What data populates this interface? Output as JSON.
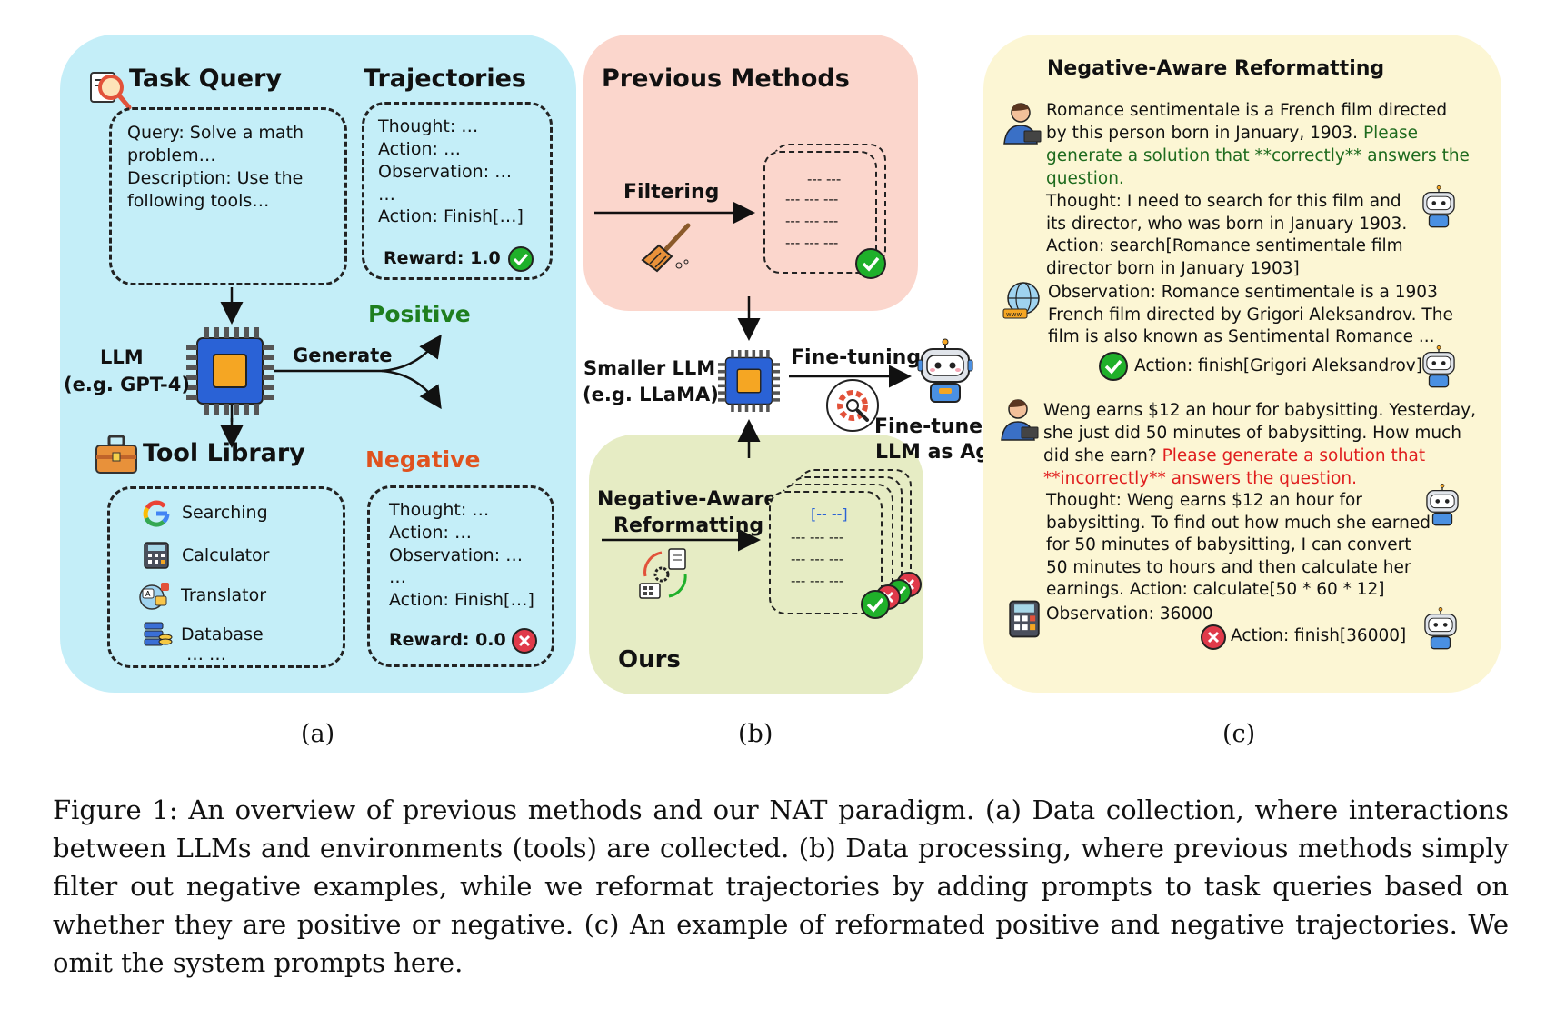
{
  "panel_a": {
    "task_query": {
      "title": "Task Query",
      "lines": [
        "Query: Solve a math",
        "problem…",
        "Description: Use the",
        "following tools…"
      ]
    },
    "trajectories": {
      "title": "Trajectories",
      "positive_lines": [
        "Thought: …",
        "Action: …",
        "Observation: …",
        "…",
        "Action: Finish[…]"
      ],
      "positive_reward": "Reward: 1.0",
      "negative_lines": [
        "Thought: …",
        "Action: …",
        "Observation: …",
        "…",
        "Action: Finish[…]"
      ],
      "negative_reward": "Reward: 0.0"
    },
    "llm_label": [
      "LLM",
      "(e.g. GPT-4)"
    ],
    "generate": "Generate",
    "positive": "Positive",
    "negative": "Negative",
    "tool_library": {
      "title": "Tool Library",
      "tools": [
        "Searching",
        "Calculator",
        "Translator",
        "Database"
      ],
      "more": "… …"
    },
    "label": "(a)"
  },
  "panel_b": {
    "previous_methods": "Previous Methods",
    "filtering": "Filtering",
    "smaller_llm": [
      "Smaller LLM",
      "(e.g. LLaMA)"
    ],
    "fine_tuning": "Fine-tuning",
    "fine_tuned": [
      "Fine-tuned",
      "LLM as Agent"
    ],
    "negative_aware": [
      "Negative-Aware",
      "Reformatting"
    ],
    "ours": "Ours",
    "doc_dashes": [
      "--- ---",
      "--- --- ---",
      "--- --- ---",
      "--- --- ---"
    ],
    "bracket": "[-- --]",
    "label": "(b)"
  },
  "panel_c": {
    "title": "Negative-Aware Reformatting",
    "ex1": {
      "query_black": [
        "Romance sentimentale is a French film directed",
        "by this person born in January, 1903. "
      ],
      "query_green_inline": "Please",
      "query_green": [
        "generate a solution that **correctly** answers the",
        "question."
      ],
      "thought": [
        "Thought: I need to search for this film and",
        "its director, who was born in January 1903.",
        "Action: search[Romance sentimentale film",
        "director born in January 1903]"
      ],
      "observation": [
        "Observation: Romance sentimentale is a 1903",
        "French film directed by Grigori Aleksandrov. The",
        "film is also known as Sentimental Romance ..."
      ],
      "finish": "Action: finish[Grigori Aleksandrov]"
    },
    "ex2": {
      "query_black": [
        "Weng earns $12 an hour for babysitting. Yesterday,",
        "she just did 50 minutes of babysitting. How much",
        "did she earn? "
      ],
      "query_red_inline": "Please generate a solution that",
      "query_red": "**incorrectly** answers the question.",
      "thought": [
        "Thought: Weng earns $12 an hour for",
        "babysitting. To find out how much she earned",
        "for 50 minutes of babysitting, I can convert",
        "50 minutes to hours and then calculate her",
        "earnings. Action: calculate[50 * 60 * 12]"
      ],
      "observation": "Observation: 36000",
      "finish": "Action: finish[36000]"
    },
    "label": "(c)"
  },
  "caption": "Figure 1: An overview of previous methods and our NAT paradigm. (a) Data collection, where interactions between LLMs and environments (tools) are collected. (b) Data processing, where previous methods simply filter out negative examples, while we reformat trajectories by adding prompts to task queries based on whether they are positive or negative. (c) An example of reformated positive and negative trajectories. We omit the system prompts here.",
  "colors": {
    "panel_a_bg": "#c4eef8",
    "panel_b_top_bg": "#fbd6cc",
    "panel_b_bottom_bg": "#e6ecc4",
    "panel_c_bg": "#fcf6d4",
    "positive": "#1e7e1e",
    "negative": "#e0521e",
    "check": "#1fb02a",
    "cross": "#e03a4a",
    "chip_blue": "#2a62d6",
    "chip_orange": "#f5a623"
  },
  "icons": [
    "search-doc-icon",
    "toolbox-icon",
    "google-icon",
    "calculator-icon",
    "translator-icon",
    "database-icon",
    "chip-icon",
    "check-icon",
    "cross-icon",
    "broom-icon",
    "robot-icon",
    "gear-icon",
    "user-icon",
    "globe-icon"
  ]
}
